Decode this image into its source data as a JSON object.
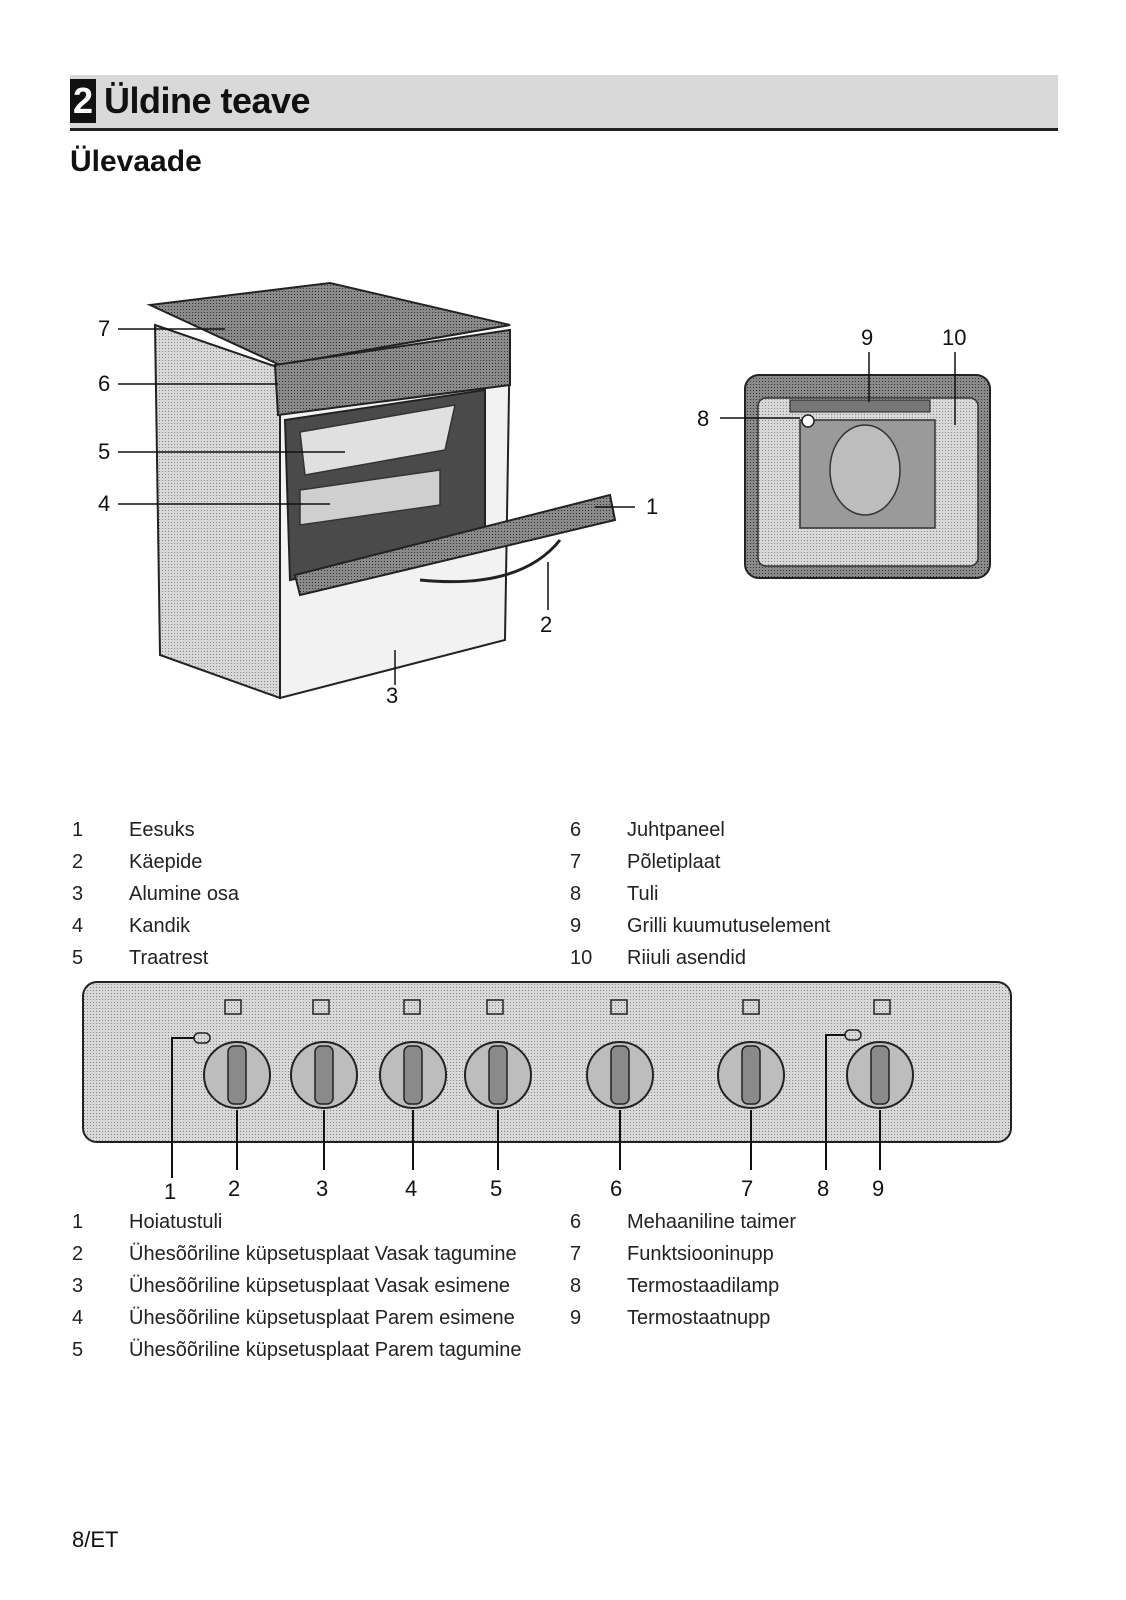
{
  "header": {
    "badge": "2",
    "title": "Üldine teave"
  },
  "subtitle": "Ülevaade",
  "figure_oven": {
    "callouts": [
      "1",
      "2",
      "3",
      "4",
      "5",
      "6",
      "7"
    ],
    "detail_callouts": [
      "8",
      "9",
      "10"
    ]
  },
  "legend1": {
    "left": [
      {
        "num": "1",
        "text": "Eesuks"
      },
      {
        "num": "2",
        "text": "Käepide"
      },
      {
        "num": "3",
        "text": "Alumine osa"
      },
      {
        "num": "4",
        "text": "Kandik"
      },
      {
        "num": "5",
        "text": "Traatrest"
      }
    ],
    "right": [
      {
        "num": "6",
        "text": "Juhtpaneel"
      },
      {
        "num": "7",
        "text": "Põletiplaat"
      },
      {
        "num": "8",
        "text": "Tuli"
      },
      {
        "num": "9",
        "text": "Grilli kuumutuselement"
      },
      {
        "num": "10",
        "text": "Riiuli asendid"
      }
    ]
  },
  "figure_panel": {
    "callouts": [
      "1",
      "2",
      "3",
      "4",
      "5",
      "6",
      "7",
      "8",
      "9"
    ]
  },
  "legend2": {
    "left": [
      {
        "num": "1",
        "text": "Hoiatustuli"
      },
      {
        "num": "2",
        "text": "Ühesõõriline küpsetusplaat Vasak tagumine"
      },
      {
        "num": "3",
        "text": "Ühesõõriline küpsetusplaat Vasak esimene"
      },
      {
        "num": "4",
        "text": "Ühesõõriline küpsetusplaat Parem esimene"
      },
      {
        "num": "5",
        "text": "Ühesõõriline küpsetusplaat Parem tagumine"
      }
    ],
    "right": [
      {
        "num": "6",
        "text": "Mehaaniline taimer"
      },
      {
        "num": "7",
        "text": "Funktsiooninupp"
      },
      {
        "num": "8",
        "text": "Termostaadilamp"
      },
      {
        "num": "9",
        "text": "Termostaatnupp"
      }
    ]
  },
  "footer": {
    "page": "8/ET"
  }
}
